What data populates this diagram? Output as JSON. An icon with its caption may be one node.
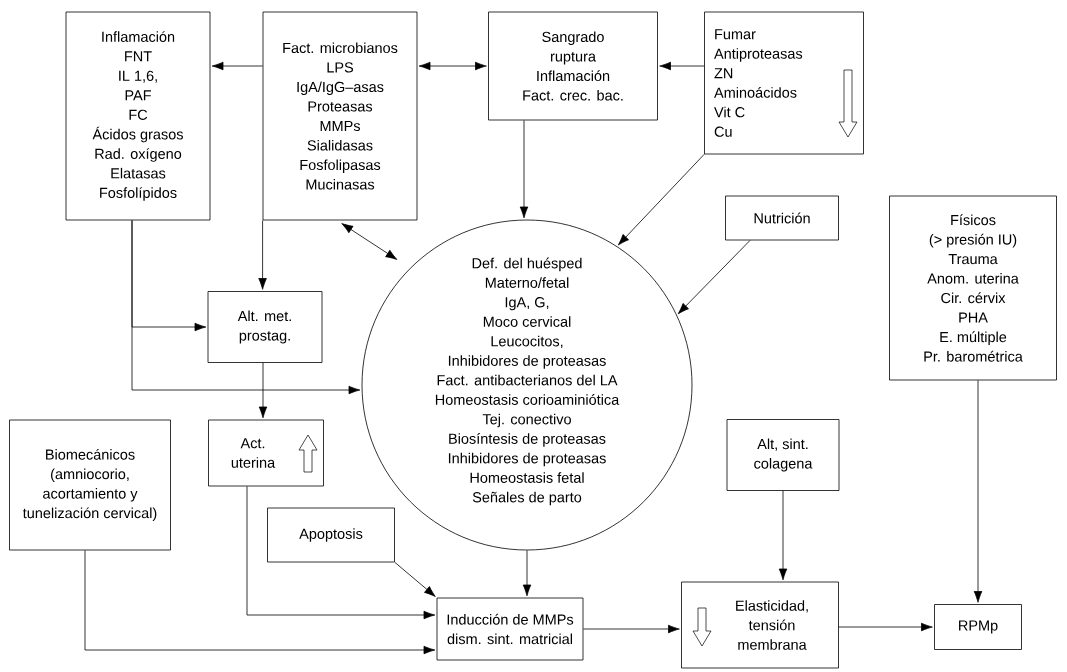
{
  "diagram": {
    "nodes": [
      {
        "text": [
          "Inflamación",
          "FNT",
          "IL 1,6,",
          "PAF",
          "FC",
          "Ácidos grasos",
          "Rad. oxígeno",
          "Elatasas",
          "Fosfolípidos"
        ]
      },
      {
        "text": [
          "Fact. microbianos",
          "LPS",
          "IgA/IgG–asas",
          "Proteasas",
          "MMPs",
          "Sialidasas",
          "Fosfolipasas",
          "Mucinasas"
        ]
      },
      {
        "text": [
          "Sangrado",
          "ruptura",
          "Inflamación",
          "Fact. crec. bac."
        ]
      },
      {
        "text": [
          "Fumar",
          "Antiproteasas",
          "ZN",
          "Aminoácidos",
          "Vit C",
          "Cu"
        ]
      },
      {
        "text": [
          "Def. del huésped",
          "Materno/fetal",
          "IgA, G,",
          "Moco cervical",
          "Leucocitos,",
          "Inhibidores de proteasas",
          "Fact. antibacterianos del LA",
          "Homeostasis corioaminiótica",
          "Tej. conectivo",
          "Biosíntesis de proteasas",
          "Inhibidores de proteasas",
          "Homeostasis fetal",
          "Señales de parto"
        ]
      },
      {
        "text": [
          "Nutrición"
        ]
      },
      {
        "text": [
          "Físicos",
          "(> presión IU)",
          "Trauma",
          "Anom. uterina",
          "Cir. cérvix",
          "PHA",
          "E. múltiple",
          "Pr. barométrica"
        ]
      },
      {
        "text": [
          "Alt. met. prostag."
        ]
      },
      {
        "text": [
          "Act. uterina"
        ]
      },
      {
        "text": [
          "Biomecánicos (amniocorio, acortamiento y tunelización cervical)"
        ]
      },
      {
        "text": [
          "Apoptosis"
        ]
      },
      {
        "text": [
          "Alt, sint. colagena"
        ]
      },
      {
        "text": [
          "Inducción de MMPs",
          "dism. sint. matricial"
        ]
      },
      {
        "text": [
          "Elasticidad, tensión membrana"
        ]
      },
      {
        "text": [
          "RPMp"
        ]
      }
    ],
    "edges": [
      {
        "from": 1,
        "to": 0,
        "arrow": "to"
      },
      {
        "from": 1,
        "to": 2,
        "arrow": "both"
      },
      {
        "from": 3,
        "to": 2,
        "arrow": "to"
      },
      {
        "from": 1,
        "to": 7,
        "arrow": "to"
      },
      {
        "from": 1,
        "to": 4,
        "arrow": "both"
      },
      {
        "from": 2,
        "to": 4,
        "arrow": "to"
      },
      {
        "from": 3,
        "to": 4,
        "arrow": "to"
      },
      {
        "from": 5,
        "to": 4,
        "arrow": "to"
      },
      {
        "from": 0,
        "to": 7,
        "arrow": "to"
      },
      {
        "from": 0,
        "to": 4,
        "arrow": "to"
      },
      {
        "from": 7,
        "to": 8,
        "arrow": "to"
      },
      {
        "from": 8,
        "to": 12,
        "arrow": "to"
      },
      {
        "from": 9,
        "to": 12,
        "arrow": "to"
      },
      {
        "from": 10,
        "to": 12,
        "arrow": "to"
      },
      {
        "from": 4,
        "to": 12,
        "arrow": "to"
      },
      {
        "from": 12,
        "to": 13,
        "arrow": "to"
      },
      {
        "from": 11,
        "to": 13,
        "arrow": "to"
      },
      {
        "from": 13,
        "to": 14,
        "arrow": "to"
      },
      {
        "from": 6,
        "to": 14,
        "arrow": "to"
      }
    ]
  }
}
